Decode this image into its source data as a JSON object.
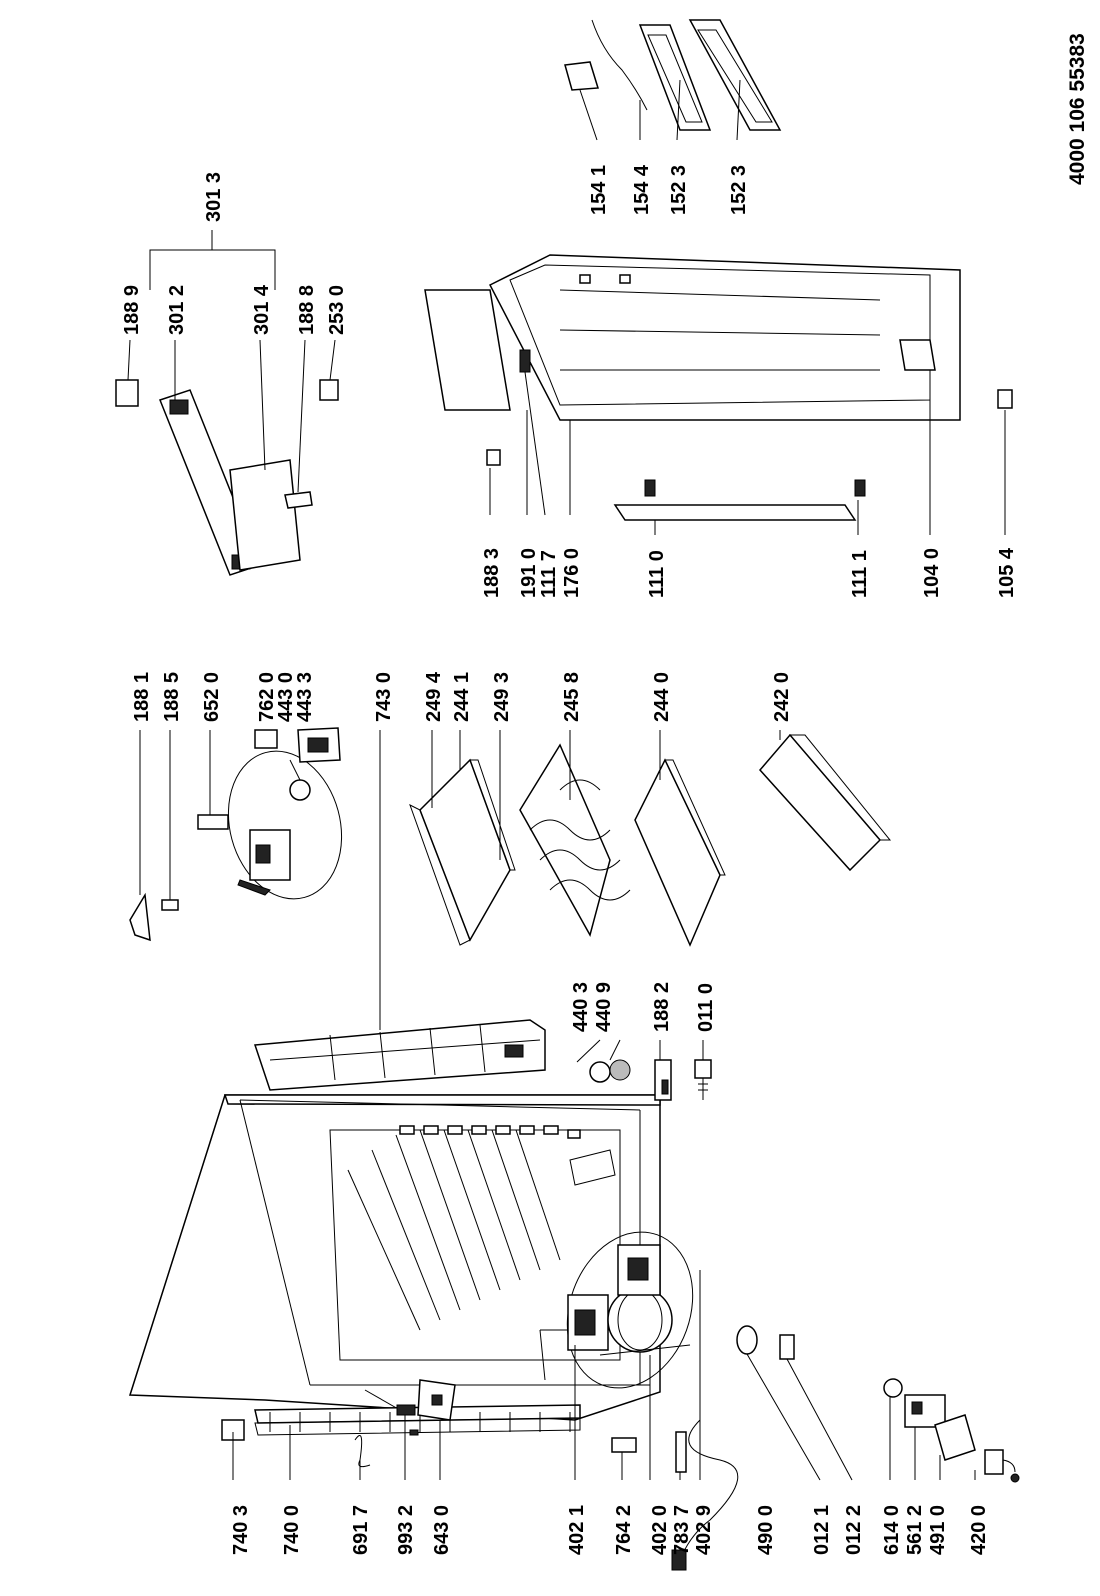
{
  "document_number": "4000 106 55383",
  "part_labels": {
    "l7403": "740 3",
    "l7400": "740 0",
    "l6917": "691 7",
    "l9932": "993 2",
    "l6430": "643 0",
    "l4021": "402 1",
    "l7642": "764 2",
    "l4020": "402 0",
    "l7837": "783 7",
    "l4029": "402 9",
    "l4900": "490 0",
    "l0121": "012 1",
    "l0122": "012 2",
    "l6140": "614 0",
    "l5612": "561 2",
    "l4910": "491 0",
    "l4200": "420 0",
    "l7430": "743 0",
    "l4403": "440 3",
    "l4409": "440 9",
    "l1882": "188 2",
    "l0110": "011 0",
    "l1881": "188 1",
    "l1885": "188 5",
    "l6520": "652 0",
    "l7620": "762 0",
    "l4430": "443 0",
    "l4433": "443 3",
    "l2494": "249 4",
    "l2441": "244 1",
    "l2493": "249 3",
    "l2458": "245 8",
    "l2440": "244 0",
    "l2420": "242 0",
    "l1883": "188 3",
    "l1910": "191 0",
    "l1117": "111 7",
    "l1760": "176 0",
    "l1110": "111 0",
    "l1111": "111 1",
    "l1040": "104 0",
    "l1054": "105 4",
    "l1889": "188 9",
    "l3012": "301 2",
    "l3014": "301 4",
    "l1888": "188 8",
    "l2530": "253 0",
    "l3013": "301 3",
    "l1541": "154 1",
    "l1544": "154 4",
    "l1523a": "152 3",
    "l1523b": "152 3"
  },
  "label_orientation": "rotated-90-ccw"
}
